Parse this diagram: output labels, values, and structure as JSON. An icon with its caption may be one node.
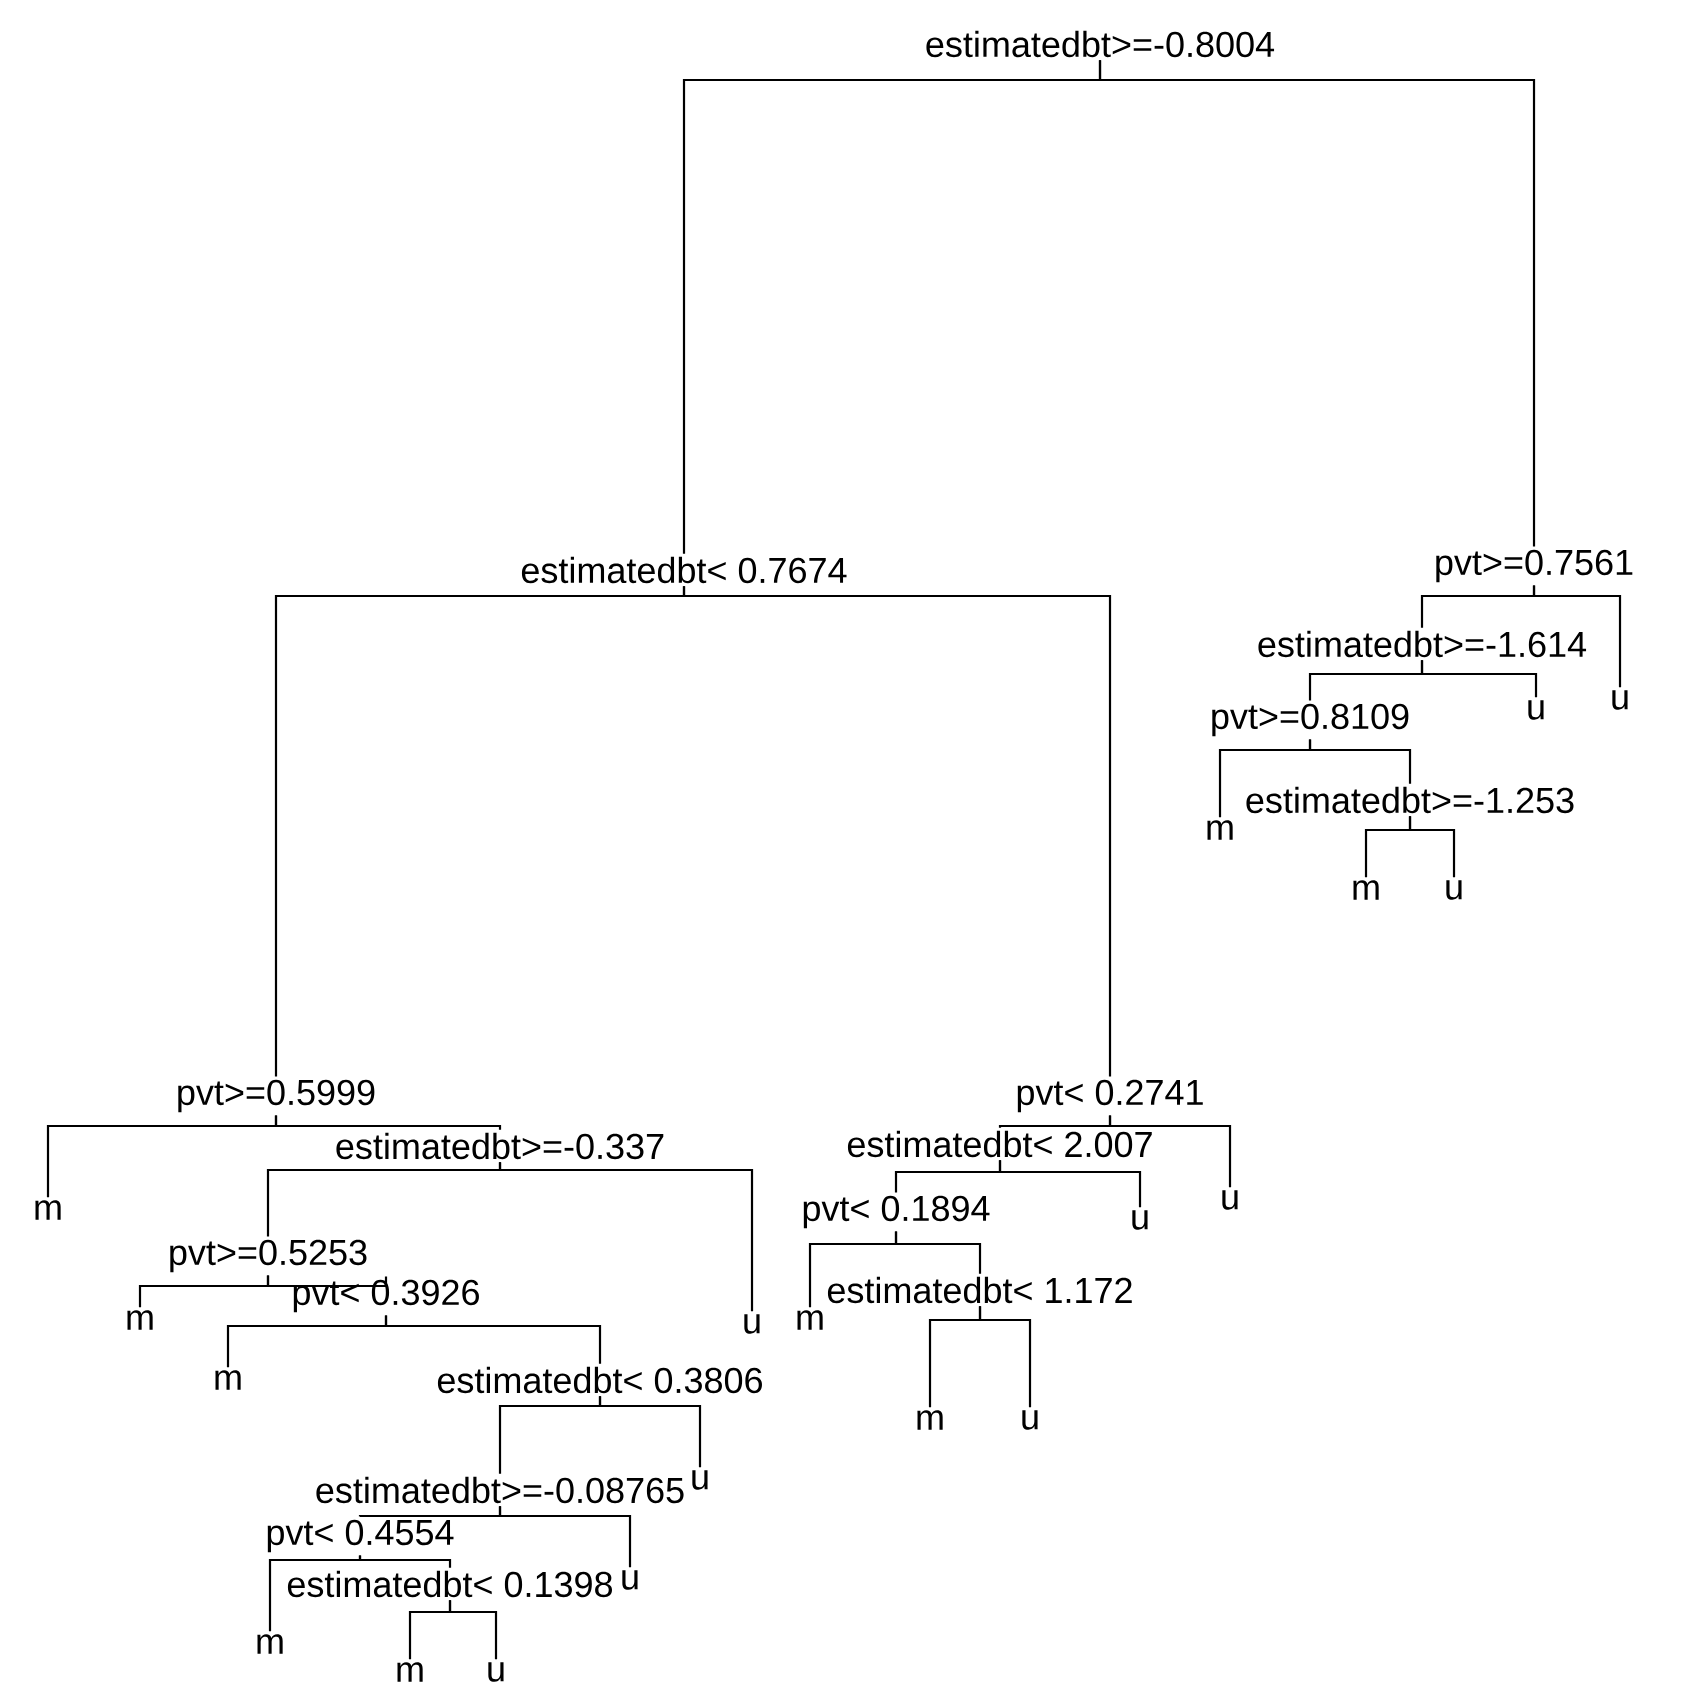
{
  "diagram": {
    "nodes": [
      {
        "text": [
          "estimatedbt>=-0.8004"
        ]
      },
      {
        "text": [
          "estimatedbt< 0.7674"
        ]
      },
      {
        "text": [
          "pvt>=0.5999"
        ]
      },
      {
        "text": [
          "m"
        ]
      },
      {
        "text": [
          "estimatedbt>=-0.337"
        ]
      },
      {
        "text": [
          "pvt>=0.5253"
        ]
      },
      {
        "text": [
          "m"
        ]
      },
      {
        "text": [
          "pvt< 0.3926"
        ]
      },
      {
        "text": [
          "m"
        ]
      },
      {
        "text": [
          "estimatedbt< 0.3806"
        ]
      },
      {
        "text": [
          "estimatedbt>=-0.08765"
        ]
      },
      {
        "text": [
          "pvt< 0.4554"
        ]
      },
      {
        "text": [
          "m"
        ]
      },
      {
        "text": [
          "estimatedbt< 0.1398"
        ]
      },
      {
        "text": [
          "m"
        ]
      },
      {
        "text": [
          "u"
        ]
      },
      {
        "text": [
          "u"
        ]
      },
      {
        "text": [
          "u"
        ]
      },
      {
        "text": [
          "u"
        ]
      },
      {
        "text": [
          "pvt< 0.2741"
        ]
      },
      {
        "text": [
          "estimatedbt< 2.007"
        ]
      },
      {
        "text": [
          "pvt< 0.1894"
        ]
      },
      {
        "text": [
          "m"
        ]
      },
      {
        "text": [
          "estimatedbt< 1.172"
        ]
      },
      {
        "text": [
          "m"
        ]
      },
      {
        "text": [
          "u"
        ]
      },
      {
        "text": [
          "u"
        ]
      },
      {
        "text": [
          "u"
        ]
      },
      {
        "text": [
          "pvt>=0.7561"
        ]
      },
      {
        "text": [
          "estimatedbt>=-1.614"
        ]
      },
      {
        "text": [
          "pvt>=0.8109"
        ]
      },
      {
        "text": [
          "m"
        ]
      },
      {
        "text": [
          "estimatedbt>=-1.253"
        ]
      },
      {
        "text": [
          "m"
        ]
      },
      {
        "text": [
          "u"
        ]
      },
      {
        "text": [
          "u"
        ]
      },
      {
        "text": [
          "u"
        ]
      }
    ],
    "edges": [
      {
        "from": 0,
        "to": 1,
        "arrow": "none"
      },
      {
        "from": 0,
        "to": 28,
        "arrow": "none"
      },
      {
        "from": 1,
        "to": 2,
        "arrow": "none"
      },
      {
        "from": 1,
        "to": 19,
        "arrow": "none"
      },
      {
        "from": 2,
        "to": 3,
        "arrow": "none"
      },
      {
        "from": 2,
        "to": 4,
        "arrow": "none"
      },
      {
        "from": 4,
        "to": 5,
        "arrow": "none"
      },
      {
        "from": 4,
        "to": 18,
        "arrow": "none"
      },
      {
        "from": 5,
        "to": 6,
        "arrow": "none"
      },
      {
        "from": 5,
        "to": 7,
        "arrow": "none"
      },
      {
        "from": 7,
        "to": 8,
        "arrow": "none"
      },
      {
        "from": 7,
        "to": 9,
        "arrow": "none"
      },
      {
        "from": 9,
        "to": 10,
        "arrow": "none"
      },
      {
        "from": 9,
        "to": 17,
        "arrow": "none"
      },
      {
        "from": 10,
        "to": 11,
        "arrow": "none"
      },
      {
        "from": 10,
        "to": 16,
        "arrow": "none"
      },
      {
        "from": 11,
        "to": 12,
        "arrow": "none"
      },
      {
        "from": 11,
        "to": 13,
        "arrow": "none"
      },
      {
        "from": 13,
        "to": 14,
        "arrow": "none"
      },
      {
        "from": 13,
        "to": 15,
        "arrow": "none"
      },
      {
        "from": 19,
        "to": 20,
        "arrow": "none"
      },
      {
        "from": 19,
        "to": 27,
        "arrow": "none"
      },
      {
        "from": 20,
        "to": 21,
        "arrow": "none"
      },
      {
        "from": 20,
        "to": 26,
        "arrow": "none"
      },
      {
        "from": 21,
        "to": 22,
        "arrow": "none"
      },
      {
        "from": 21,
        "to": 23,
        "arrow": "none"
      },
      {
        "from": 23,
        "to": 24,
        "arrow": "none"
      },
      {
        "from": 23,
        "to": 25,
        "arrow": "none"
      },
      {
        "from": 28,
        "to": 29,
        "arrow": "none"
      },
      {
        "from": 28,
        "to": 36,
        "arrow": "none"
      },
      {
        "from": 29,
        "to": 30,
        "arrow": "none"
      },
      {
        "from": 29,
        "to": 35,
        "arrow": "none"
      },
      {
        "from": 30,
        "to": 31,
        "arrow": "none"
      },
      {
        "from": 30,
        "to": 32,
        "arrow": "none"
      },
      {
        "from": 32,
        "to": 33,
        "arrow": "none"
      },
      {
        "from": 32,
        "to": 34,
        "arrow": "none"
      }
    ]
  }
}
